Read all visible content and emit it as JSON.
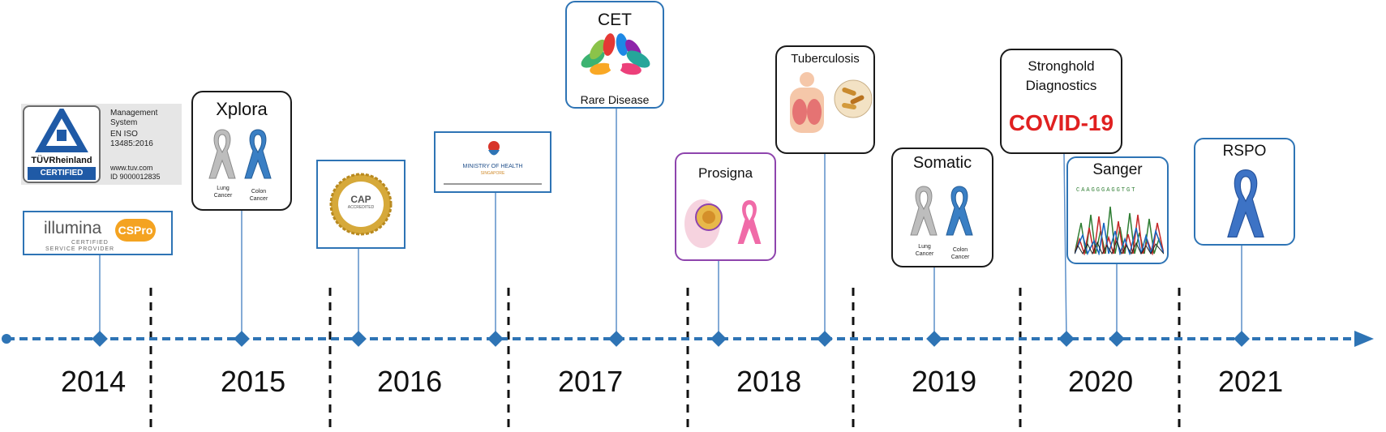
{
  "years": [
    "2014",
    "2015",
    "2016",
    "2017",
    "2018",
    "2019",
    "2020",
    "2021"
  ],
  "milestones": {
    "tuv": {
      "logo_text": "TÜVRheinland",
      "badge": "CERTIFIED",
      "lines": [
        "Management",
        "System",
        "EN ISO",
        "13485:2016"
      ],
      "url": "www.tuv.com",
      "id": "ID 9000012835"
    },
    "illumina": {
      "brand": "illumina",
      "badge": "CSPro",
      "line1": "CERTIFIED",
      "line2": "SERVICE PROVIDER"
    },
    "xplora": {
      "title": "Xplora",
      "label_lung": "Lung\nCancer",
      "label_colon": "Colon\nCancer"
    },
    "cap": {
      "text": "CAP",
      "subtext": "ACCREDITED"
    },
    "moh": {
      "title": "MINISTRY OF HEALTH",
      "subtitle": "SINGAPORE"
    },
    "cet": {
      "title": "CET",
      "subtitle": "Rare Disease"
    },
    "prosigna": {
      "title": "Prosigna"
    },
    "tuberculosis": {
      "title": "Tuberculosis"
    },
    "somatic": {
      "title": "Somatic",
      "label_lung": "Lung\nCancer",
      "label_colon": "Colon\nCancer"
    },
    "stronghold": {
      "title_line1": "Stronghold",
      "title_line2": "Diagnostics",
      "badge": "COVID-19"
    },
    "sanger": {
      "title": "Sanger",
      "sequence": "CAAGGGAGGTGT"
    },
    "rspo": {
      "title": "RSPO"
    }
  },
  "colors": {
    "timeline": "#2e74b5",
    "divider": "#111111",
    "connector": "#5b8fc9",
    "pink_ribbon": "#f06ba8",
    "covid_red": "#e02020",
    "illumina_orange": "#f4a321",
    "tuv_blue": "#1f5aa6"
  }
}
